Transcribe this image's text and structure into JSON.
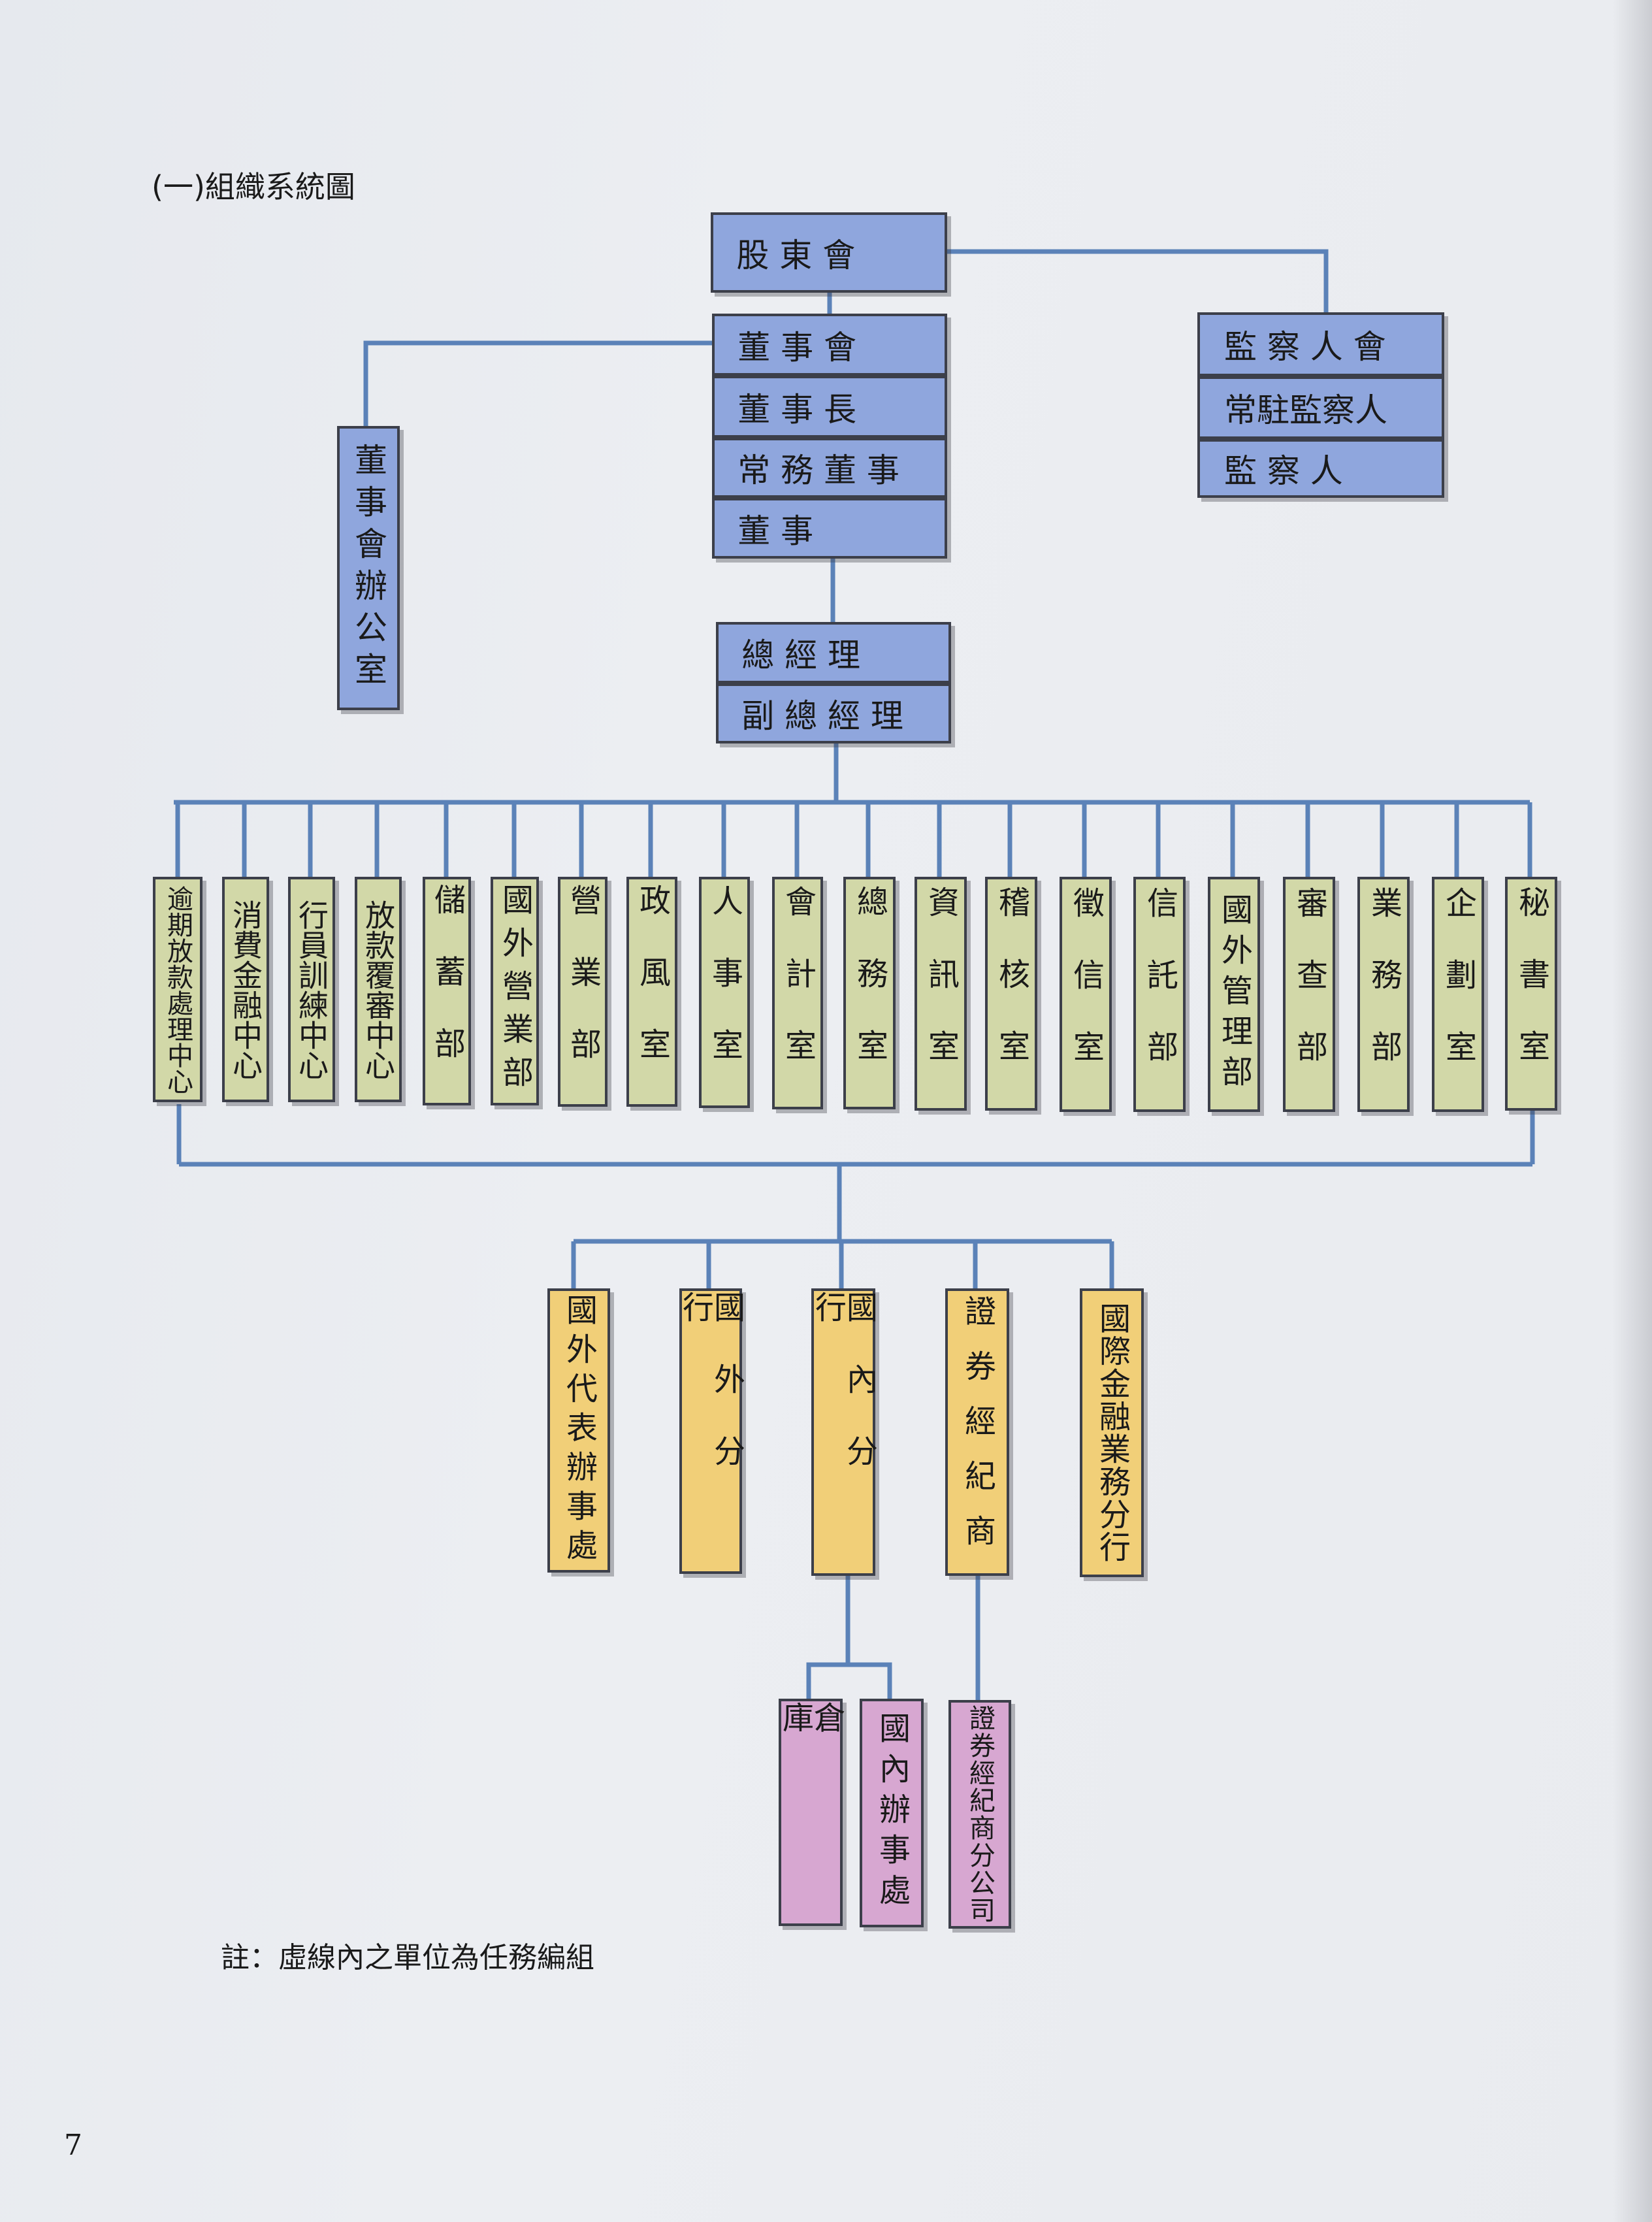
{
  "title": "(一)組織系統圖",
  "note": "註：虛線內之單位為任務編組",
  "page_number": "7",
  "colors": {
    "top_level": "#8fa6dd",
    "departments": "#d2d8a8",
    "branches": "#f1cf78",
    "sub_units": "#d7a7d1",
    "connector": "#5b82b8"
  },
  "shareholders": {
    "label": "股 東 會"
  },
  "board": {
    "directors_meeting": "董 事 會",
    "chairman": "董 事 長",
    "managing_director": "常 務 董 事",
    "director": "董 事"
  },
  "board_office": {
    "label": "董事會辦公室"
  },
  "supervisors": {
    "meeting": "監 察 人 會",
    "resident": "常駐監察人",
    "supervisor": "監 察 人"
  },
  "management": {
    "president": "總 經 理",
    "vp": "副 總 經 理"
  },
  "departments": [
    "逾期放款處理中心",
    "消費金融中心",
    "行員訓練中心",
    "放款覆審中心",
    "儲蓄部",
    "國外營業部",
    "營業部",
    "政風室",
    "人事室",
    "會計室",
    "總務室",
    "資訊室",
    "稽核室",
    "徵信室",
    "信託部",
    "國外管理部",
    "審查部",
    "業務部",
    "企劃室",
    "秘書室"
  ],
  "branches": [
    "國外代表辦事處",
    "國外分行",
    "國內分行",
    "證券經紀商",
    "國際金融業務分行"
  ],
  "sub_units": [
    "倉庫",
    "國內辦事處",
    "證券經紀商分公司"
  ]
}
